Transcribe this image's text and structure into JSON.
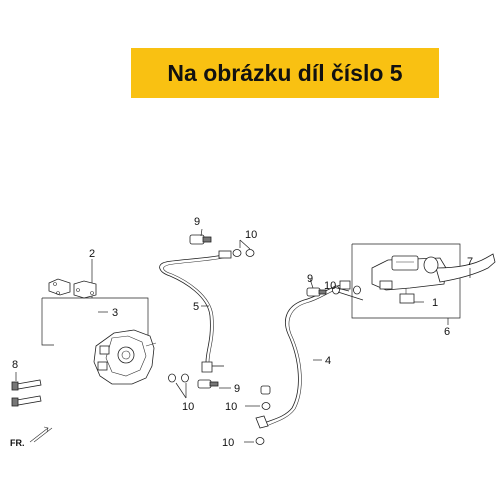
{
  "banner": {
    "text": "Na obrázku díl číslo 5",
    "color": "#f9c112"
  },
  "direction_label": "FR.",
  "callouts": {
    "c1": "1",
    "c2": "2",
    "c3": "3",
    "c4": "4",
    "c5": "5",
    "c6": "6",
    "c7": "7",
    "c8": "8",
    "c9a": "9",
    "c9b": "9",
    "c9c": "9",
    "c10a": "10",
    "c10b": "10",
    "c10c": "10",
    "c10d": "10",
    "c10e": "10"
  },
  "icons": [
    "brake-caliper-icon",
    "brake-hose-icon",
    "master-cylinder-icon",
    "brake-lever-icon",
    "banjo-bolt-icon",
    "washer-icon",
    "direction-arrow-icon"
  ]
}
